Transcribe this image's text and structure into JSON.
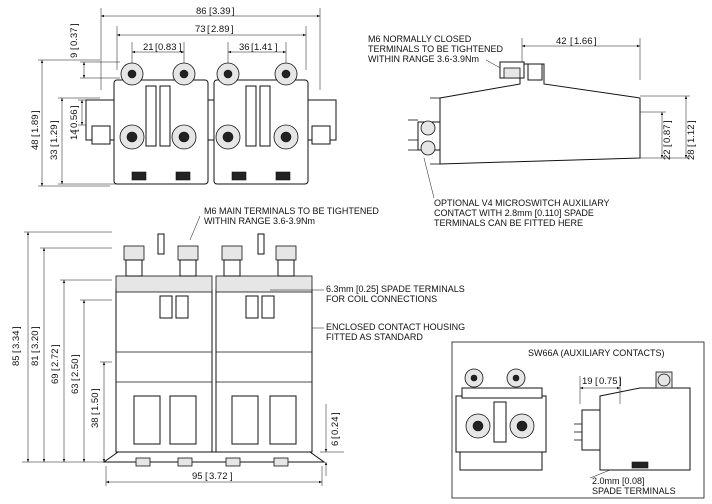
{
  "dimensions": {
    "top_width": "86",
    "top_width_in": "3.39",
    "top_pitch": "73",
    "top_pitch_in": "2.89",
    "left_pitch": "21",
    "left_pitch_in": "0.83",
    "right_pitch": "36",
    "right_pitch_in": "1.41",
    "offset_9": "9",
    "offset_9_in": "0.37",
    "offset_14": "14",
    "offset_14_in": "0.56",
    "height_48": "48",
    "height_48_in": "1.89",
    "height_33": "33",
    "height_33_in": "1.29",
    "side_42": "42",
    "side_42_in": "1.66",
    "side_22": "22",
    "side_22_in": "0.87",
    "side_28": "28",
    "side_28_in": "1.12",
    "front_85": "85",
    "front_85_in": "3.34",
    "front_81": "81",
    "front_81_in": "3.20",
    "front_69": "69",
    "front_69_in": "2.72",
    "front_63": "63",
    "front_63_in": "2.50",
    "front_38": "38",
    "front_38_in": "1.50",
    "front_6": "6",
    "front_6_in": "0.24",
    "front_95": "95",
    "front_95_in": "3.72",
    "aux_19": "19",
    "aux_19_in": "0.75"
  },
  "notes": {
    "m6_closed_1": "M6 NORMALLY CLOSED",
    "m6_closed_2": "TERMINALS TO BE TIGHTENED",
    "m6_closed_3": "WITHIN RANGE 3.6-3.9Nm",
    "micro_1": "OPTIONAL V4 MICROSWITCH AUXILIARY",
    "micro_2": "CONTACT WITH 2.8mm [0.110] SPADE",
    "micro_3": "TERMINALS CAN BE FITTED HERE",
    "m6_main_1": "M6 MAIN TERMINALS TO BE TIGHTENED",
    "m6_main_2": "WITHIN RANGE 3.6-3.9Nm",
    "spade_1": "6.3mm [0.25] SPADE TERMINALS",
    "spade_2": "FOR COIL CONNECTIONS",
    "housing_1": "ENCLOSED CONTACT HOUSING",
    "housing_2": "FITTED AS STANDARD",
    "aux_spade_1": "2.0mm [0.08]",
    "aux_spade_2": "SPADE TERMINALS"
  },
  "aux_box": {
    "title": "SW66A (AUXILIARY CONTACTS)"
  }
}
